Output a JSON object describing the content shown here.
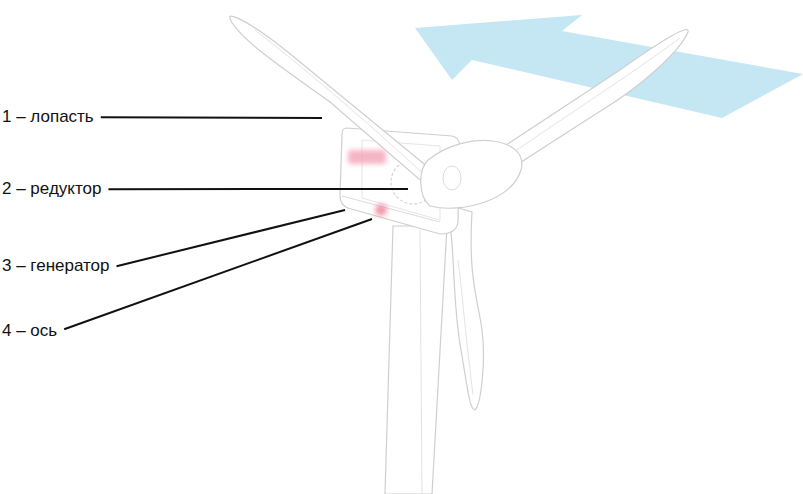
{
  "diagram": {
    "labels": [
      "1 – лопасть",
      "2 – редуктор",
      "3 – генератор",
      "4 – ось"
    ]
  }
}
